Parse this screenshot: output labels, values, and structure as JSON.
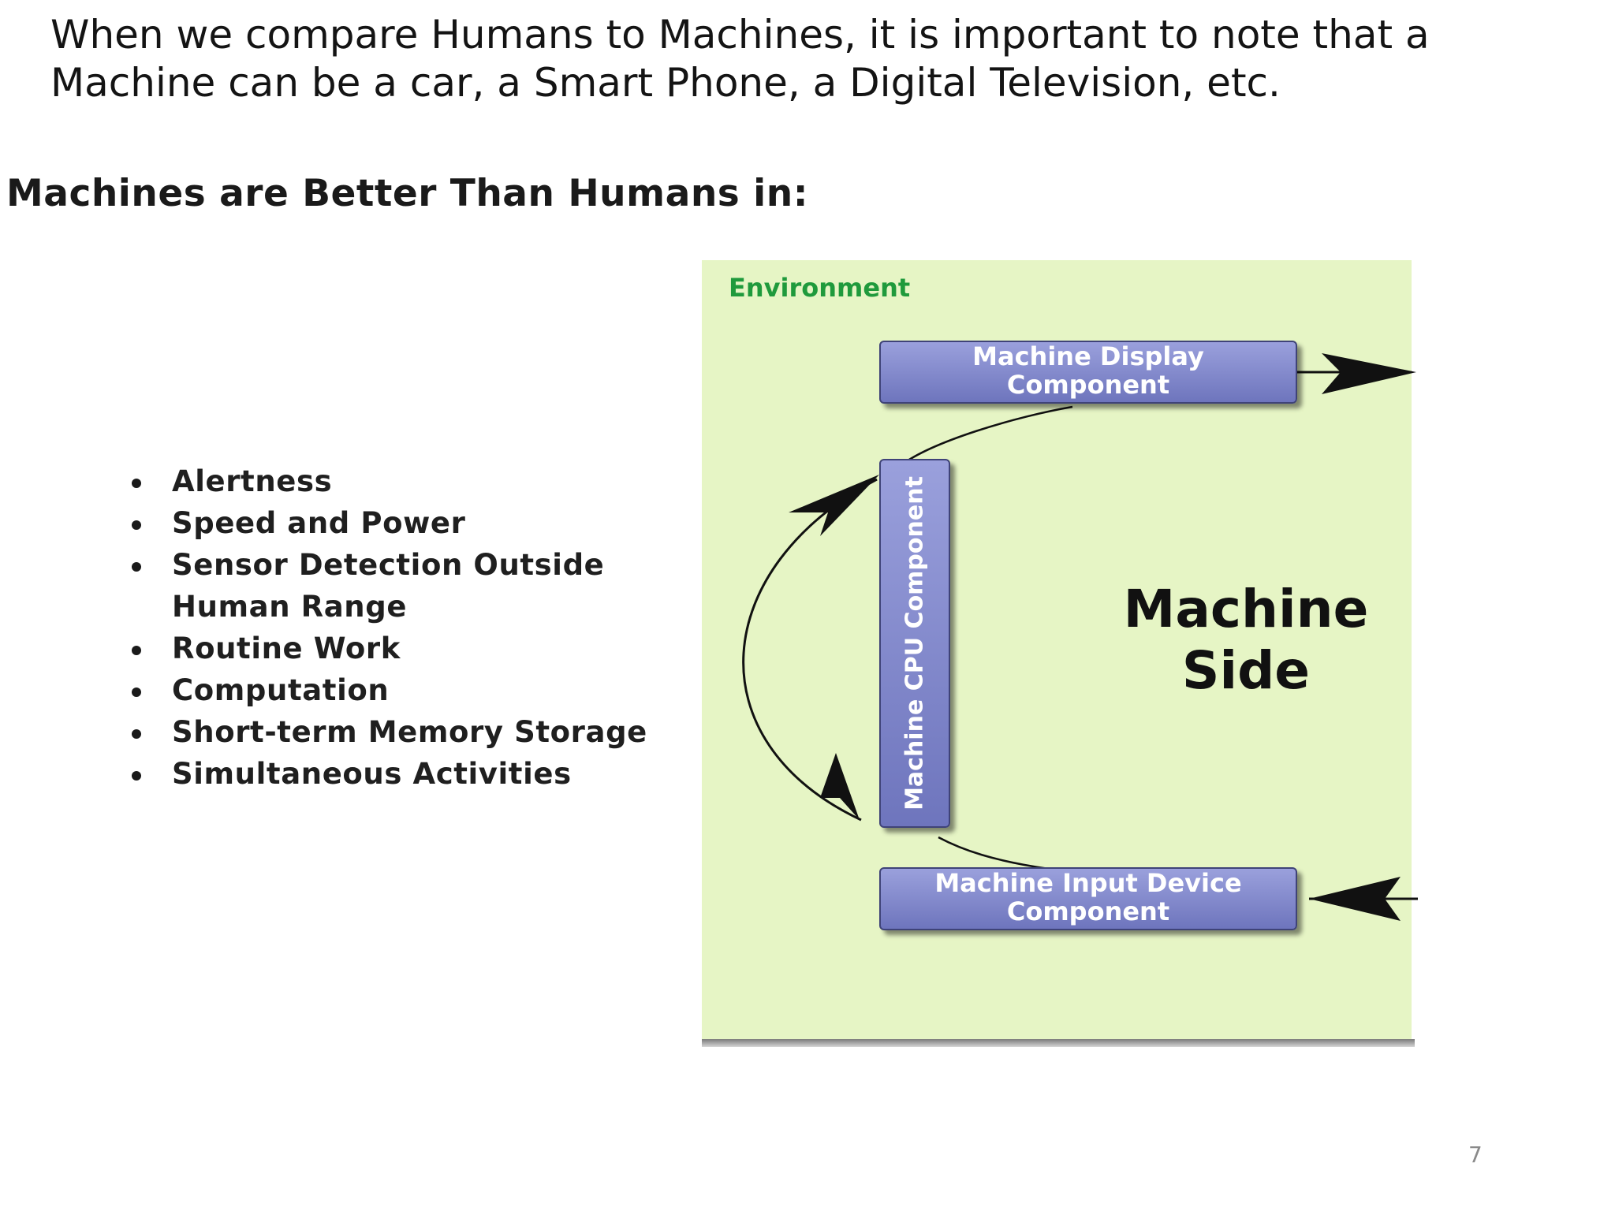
{
  "intro_text": "When we compare Humans to Machines, it is important to note that a Machine can be a car, a Smart Phone, a Digital Television, etc.",
  "heading": "Machines are Better Than Humans in:",
  "bullets": [
    "Alertness",
    "Speed and Power",
    "Sensor Detection Outside Human Range",
    "Routine Work",
    "Computation",
    "Short-term Memory Storage",
    "Simultaneous Activities"
  ],
  "diagram": {
    "environment_label": "Environment",
    "display_component": "Machine Display Component",
    "cpu_component": "Machine CPU Component",
    "input_component": "Machine Input Device Component",
    "side_title": "Machine Side",
    "colors": {
      "environment_bg": "#e6f5c5",
      "environment_label": "#1f9a3c",
      "component_fill": "#8088cc",
      "component_text": "#ffffff"
    }
  },
  "page_number": "7"
}
